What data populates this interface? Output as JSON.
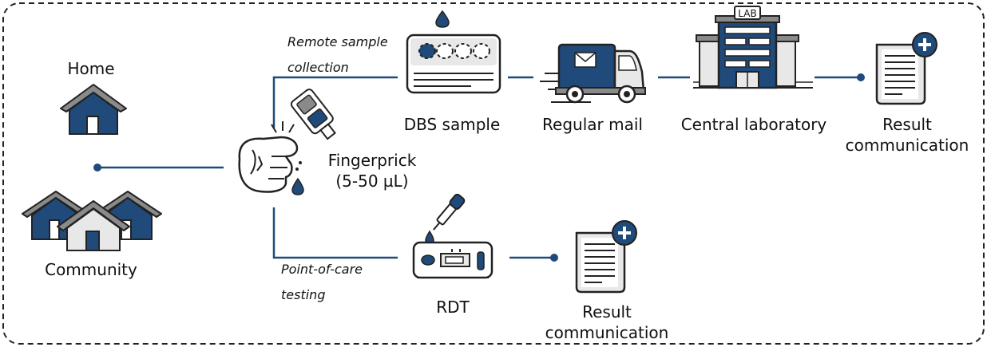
{
  "labels": {
    "home": "Home",
    "community": "Community",
    "fingerprick_line1": "Fingerprick",
    "fingerprick_line2": "(5-50 µL)",
    "remote_line1": "Remote sample",
    "remote_line2": "collection",
    "poc_line1": "Point-of-care",
    "poc_line2": "testing",
    "dbs_sample": "DBS sample",
    "regular_mail": "Regular mail",
    "central_laboratory": "Central laboratory",
    "lab_sign": "LAB",
    "result_top_line1": "Result",
    "result_top_line2": "communication",
    "rdt": "RDT",
    "result_bottom_line1": "Result",
    "result_bottom_line2": "communication"
  },
  "colors": {
    "navy": "#1f4a7a",
    "gray": "#8a8a8a",
    "light_gray": "#e8e8e8",
    "outline": "#222222"
  },
  "icons": [
    "house-icon",
    "community-houses-icon",
    "fist-device-icon",
    "blood-drop-icon",
    "dbs-card-icon",
    "mail-truck-icon",
    "lab-building-icon",
    "result-document-icon",
    "plus-badge-icon",
    "dropper-icon",
    "rdt-cassette-icon"
  ]
}
